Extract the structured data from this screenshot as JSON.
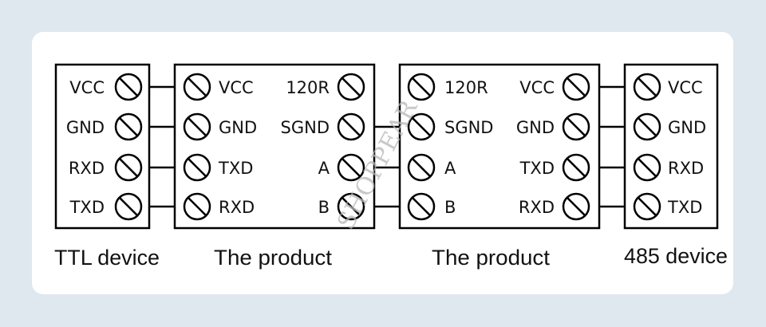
{
  "diagram": {
    "title": "TTL to RS485 wiring",
    "devices": [
      {
        "id": "ttl",
        "caption": "TTL device",
        "pins": [
          "VCC",
          "GND",
          "RXD",
          "TXD"
        ]
      },
      {
        "id": "product1",
        "caption": "The product",
        "left_pins": [
          "VCC",
          "GND",
          "TXD",
          "RXD"
        ],
        "right_pins": [
          "120R",
          "SGND",
          "A",
          "B"
        ]
      },
      {
        "id": "product2",
        "caption": "The product",
        "left_pins": [
          "120R",
          "SGND",
          "A",
          "B"
        ],
        "right_pins": [
          "VCC",
          "GND",
          "TXD",
          "RXD"
        ]
      },
      {
        "id": "rs485",
        "caption": "485 device",
        "pins": [
          "VCC",
          "GND",
          "RXD",
          "TXD"
        ]
      }
    ],
    "connections": [
      {
        "from": "TTL device VCC",
        "to": "The product VCC"
      },
      {
        "from": "TTL device GND",
        "to": "The product GND"
      },
      {
        "from": "TTL device RXD",
        "to": "The product TXD"
      },
      {
        "from": "TTL device TXD",
        "to": "The product RXD"
      },
      {
        "from": "The product SGND",
        "to": "The product SGND"
      },
      {
        "from": "The product A",
        "to": "The product A"
      },
      {
        "from": "The product B",
        "to": "The product B"
      },
      {
        "from": "The product VCC",
        "to": "485 device VCC"
      },
      {
        "from": "The product GND",
        "to": "485 device GND"
      },
      {
        "from": "The product TXD",
        "to": "485 device RXD"
      },
      {
        "from": "The product RXD",
        "to": "485 device TXD"
      }
    ],
    "watermark": "SHOPPEAR"
  }
}
